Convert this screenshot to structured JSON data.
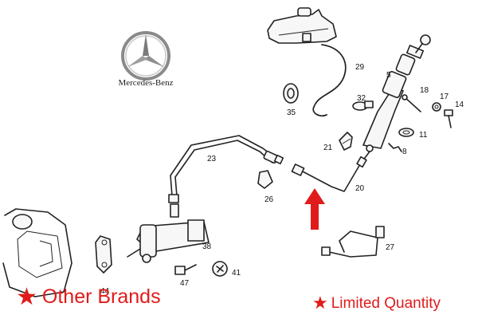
{
  "brand": {
    "name": "Mercedes-Benz",
    "logo_icon": "three-pointed-star-icon"
  },
  "part_numbers": {
    "p5": "5",
    "p8": "8",
    "p11": "11",
    "p14": "14",
    "p17": "17",
    "p18": "18",
    "p20": "20",
    "p21": "21",
    "p23": "23",
    "p26": "26",
    "p27": "27",
    "p29": "29",
    "p32": "32",
    "p35": "35",
    "p38": "38",
    "p41": "41",
    "p44": "44",
    "p47": "47"
  },
  "annotations": {
    "other_brands": "Other Brands",
    "limited_quantity": "Limited Quantity",
    "star_icon": "star-icon",
    "arrow_icon": "red-arrow-up-icon",
    "accent_color": "#e01b1b"
  }
}
